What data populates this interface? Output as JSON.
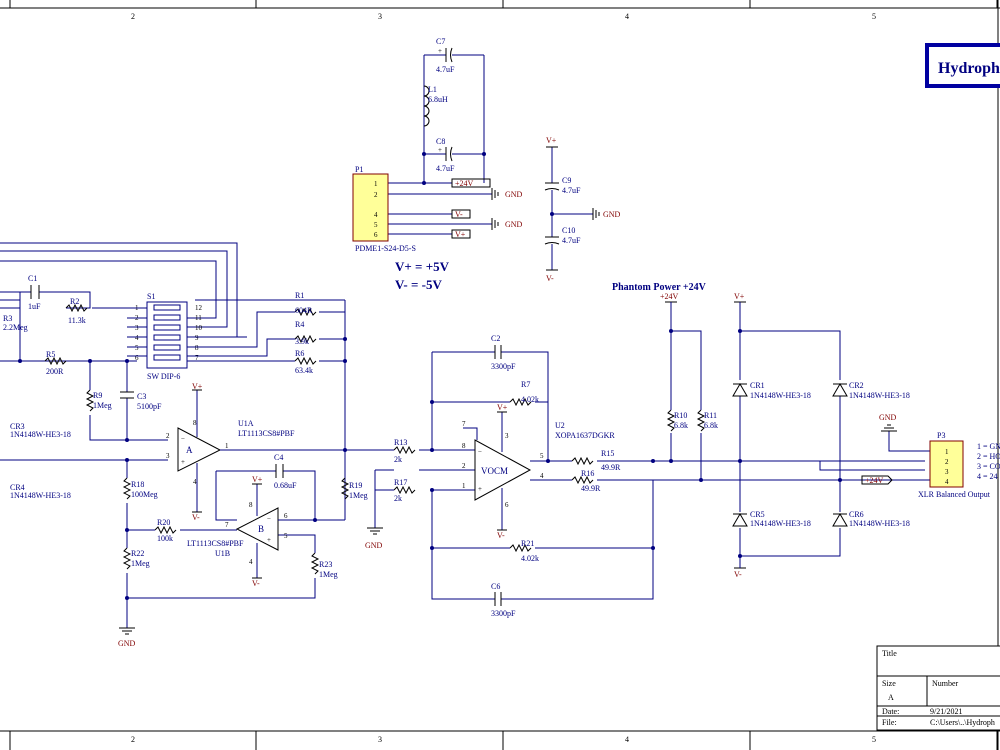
{
  "border": {
    "columns": [
      "2",
      "3",
      "4",
      "5"
    ],
    "bottom_columns": [
      "2",
      "3",
      "4",
      "5"
    ]
  },
  "title_banner": "Hydroph",
  "title_block": {
    "title_label": "Title",
    "size_label": "Size",
    "size_value": "A",
    "number_label": "Number",
    "date_label": "Date:",
    "date_value": "9/21/2021",
    "file_label": "File:",
    "file_value": "C:\\Users\\..\\Hydroph"
  },
  "power": {
    "c7": [
      "C7",
      "4.7uF"
    ],
    "l1": [
      "L1",
      "6.8uH"
    ],
    "c8": [
      "C8",
      "4.7uF"
    ],
    "p1": "P1",
    "p1_part": "PDME1-S24-D5-S",
    "p1_pins": [
      "1",
      "2",
      "4",
      "5",
      "6"
    ],
    "nets": {
      "p24": "+24V",
      "gnd": "GND",
      "vminus": "V-",
      "vplus": "V+"
    },
    "c9": [
      "C9",
      "4.7uF"
    ],
    "c10": [
      "C10",
      "4.7uF"
    ],
    "vplus_text": "V+ = +5V",
    "vminus_text": "V- = -5V"
  },
  "front": {
    "c1": [
      "C1",
      "1uF"
    ],
    "r2": [
      "R2",
      "11.3k"
    ],
    "r3": [
      "R3",
      "2.2Meg"
    ],
    "r5": [
      "R5",
      "200R"
    ],
    "r9": [
      "R9",
      "1Meg"
    ],
    "c3": [
      "C3",
      "5100pF"
    ],
    "cr3": [
      "CR3",
      "1N4148W-HE3-18"
    ],
    "cr4": [
      "CR4",
      "1N4148W-HE3-18"
    ],
    "s1": "S1",
    "s1_part": "SW DIP-6",
    "s1_left": [
      "1",
      "2",
      "3",
      "4",
      "5",
      "6"
    ],
    "s1_right": [
      "12",
      "11",
      "10",
      "9",
      "8",
      "7"
    ],
    "r1": [
      "R1",
      "604R"
    ],
    "r4": [
      "R4",
      "3.9k"
    ],
    "r6": [
      "R6",
      "63.4k"
    ],
    "u1a": "U1A",
    "u1a_part": "LT1113CS8#PBF",
    "u1a_unit": "A",
    "u1b_unit": "B",
    "u1b_part": "LT1113CS8#PBF",
    "u1b": "U1B",
    "c4": [
      "C4",
      "0.68uF"
    ],
    "r18": [
      "R18",
      "100Meg"
    ],
    "r20": [
      "R20",
      "100k"
    ],
    "r22": [
      "R22",
      "1Meg"
    ],
    "r23": [
      "R23",
      "1Meg"
    ],
    "r19": [
      "R19",
      "1Meg"
    ],
    "pins": {
      "p1": "1",
      "p2": "2",
      "p3": "3",
      "p4": "4",
      "p5": "5",
      "p6": "6",
      "p7": "7",
      "p8": "8"
    }
  },
  "diffamp": {
    "r13": [
      "R13",
      "2k"
    ],
    "r17": [
      "R17",
      "2k"
    ],
    "c2": [
      "C2",
      "3300pF"
    ],
    "r7": [
      "R7",
      "4.02k"
    ],
    "u2": "U2",
    "u2_part": "XOPA1637DGKR",
    "vocm": "VOCM",
    "r15": [
      "R15",
      "49.9R"
    ],
    "r16": [
      "R16",
      "49.9R"
    ],
    "r21": [
      "R21",
      "4.02k"
    ],
    "c6": [
      "C6",
      "3300pF"
    ]
  },
  "phantom": {
    "title": "Phantom Power +24V",
    "r10": [
      "R10",
      "6.8k"
    ],
    "r11": [
      "R11",
      "6.8k"
    ],
    "cr1": [
      "CR1",
      "1N4148W-HE3-18"
    ],
    "cr2": [
      "CR2",
      "1N4148W-HE3-18"
    ],
    "cr5": [
      "CR5",
      "1N4148W-HE3-18"
    ],
    "cr6": [
      "CR6",
      "1N4148W-HE3-18"
    ],
    "p3": "P3",
    "p3_part": "XLR Balanced Output",
    "p3_pins": [
      "1",
      "2",
      "3",
      "4"
    ],
    "p3_legend": [
      "1 = GN",
      "2 = HO",
      "3 = CO",
      "4 = 24"
    ]
  }
}
